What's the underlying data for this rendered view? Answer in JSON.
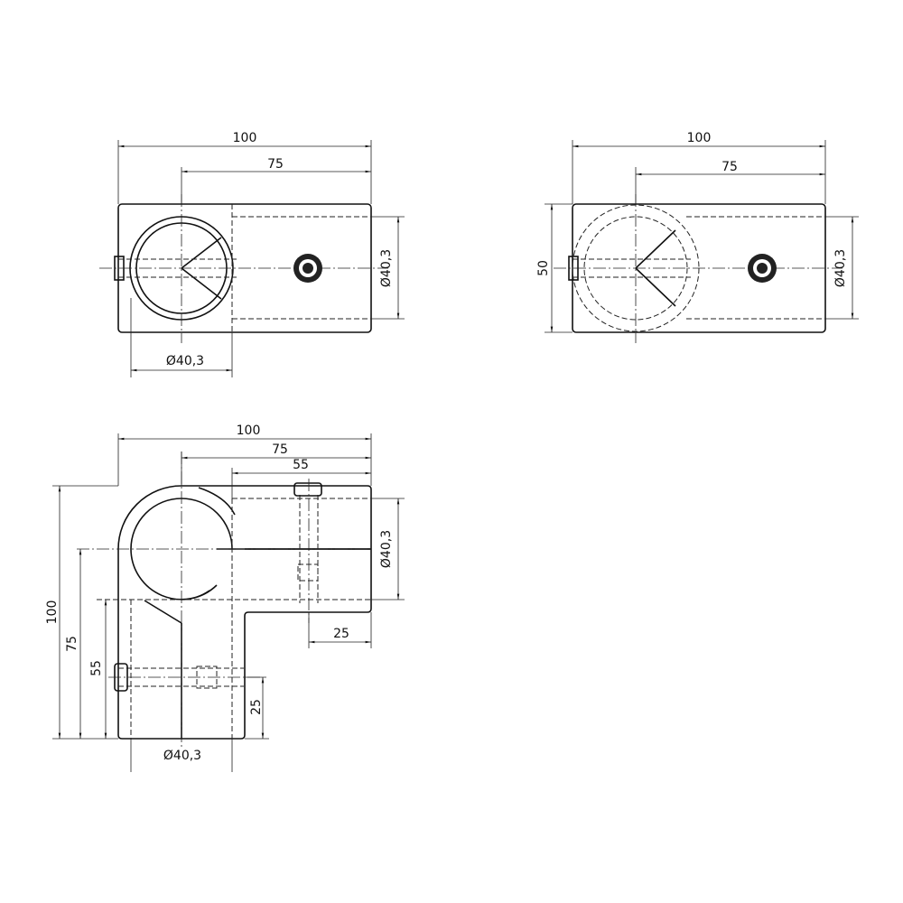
{
  "front_view": {
    "dim_width": "100",
    "dim_offset": "75",
    "dim_bore_vertical": "Ø40,3",
    "dim_bore_horizontal": "Ø40,3"
  },
  "side_view": {
    "dim_width": "100",
    "dim_offset": "75",
    "dim_height": "50",
    "dim_bore_vertical": "Ø40,3"
  },
  "top_view": {
    "dim_width": "100",
    "dim_offset_75": "75",
    "dim_offset_55": "55",
    "dim_bore_right": "Ø40,3",
    "dim_arm_25": "25",
    "dim_height_100": "100",
    "dim_height_75": "75",
    "dim_height_55": "55",
    "dim_leg_25": "25",
    "dim_bore_bottom": "Ø40,3"
  }
}
